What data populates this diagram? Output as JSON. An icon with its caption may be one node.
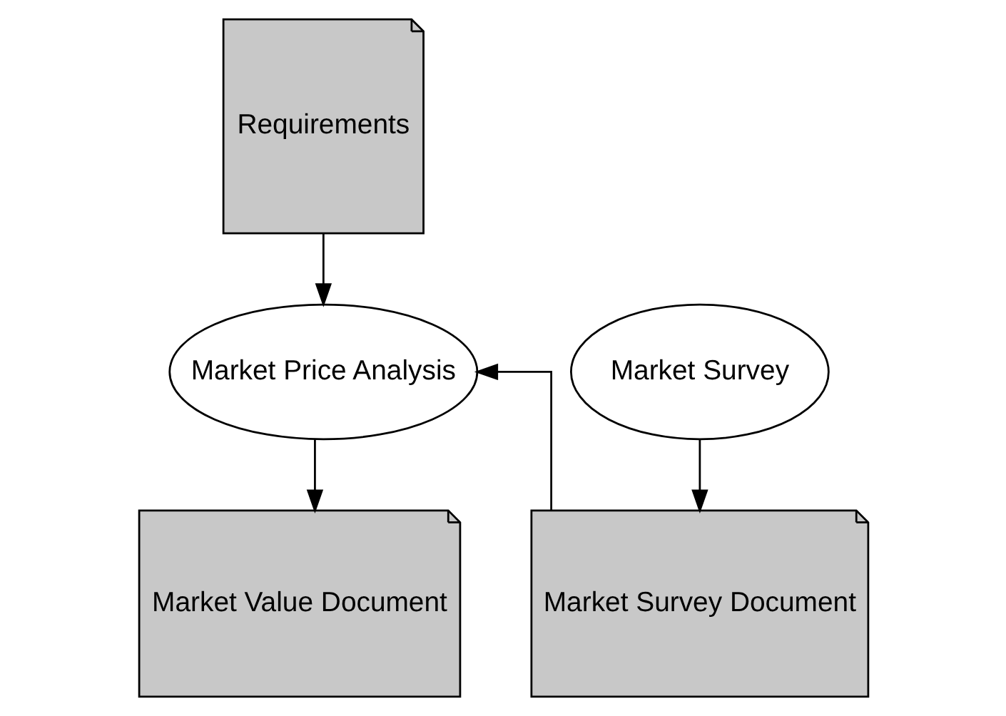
{
  "diagram": {
    "nodes": [
      {
        "text": [
          "Requirements"
        ]
      },
      {
        "text": [
          "Market Survey"
        ]
      },
      {
        "text": [
          "Market Price Analysis"
        ]
      },
      {
        "text": [
          "Market Survey Document"
        ]
      },
      {
        "text": [
          "Market Value Document"
        ]
      }
    ],
    "edges": [
      {
        "from": 0,
        "to": 2,
        "arrow": "to"
      },
      {
        "from": 1,
        "to": 3,
        "arrow": "to"
      },
      {
        "from": 3,
        "to": 2,
        "arrow": "to"
      },
      {
        "from": 2,
        "to": 4,
        "arrow": "to"
      }
    ]
  }
}
